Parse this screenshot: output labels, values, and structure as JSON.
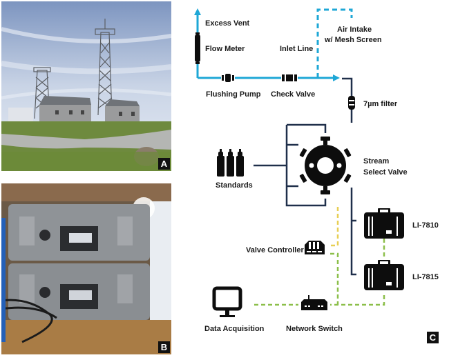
{
  "panels": {
    "a": {
      "badge": "A",
      "subject": "field station buildings with lattice towers"
    },
    "b": {
      "badge": "B",
      "subject": "two stacked gray instrument cases on shelf"
    },
    "c": {
      "badge": "C"
    }
  },
  "labels": {
    "excess_vent": "Excess Vent",
    "flow_meter": "Flow Meter",
    "inlet_line": "Inlet Line",
    "air_intake_1": "Air Intake",
    "air_intake_2": "w/ Mesh Screen",
    "flushing_pump": "Flushing Pump",
    "check_valve": "Check Valve",
    "filter": "7µm filter",
    "standards": "Standards",
    "stream_select_1": "Stream",
    "stream_select_2": "Select Valve",
    "li7810": "LI-7810",
    "li7815": "LI-7815",
    "valve_controller": "Valve Controller",
    "data_acquisition": "Data Acquisition",
    "network_switch": "Network Switch"
  },
  "colors": {
    "air_line": "#1ea7d6",
    "gas_line": "#1f2f4a",
    "control_line": "#e8cf55",
    "network_line": "#8cbf4a",
    "icon": "#0d0d0d"
  },
  "icons": {
    "flow_meter": "flow-meter-icon",
    "flushing_pump": "pump-icon",
    "check_valve": "check-valve-icon",
    "filter": "filter-icon",
    "standards": "gas-cylinders-icon",
    "stream_select": "rotary-valve-icon",
    "analyzer": "analyzer-case-icon",
    "valve_controller": "controller-icon",
    "data_acquisition": "monitor-icon",
    "network_switch": "router-icon"
  }
}
